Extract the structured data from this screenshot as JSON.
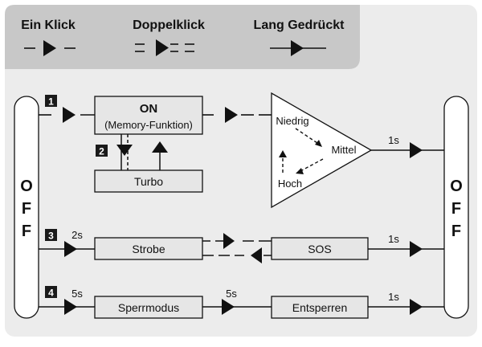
{
  "legend": {
    "single_click": "Ein Klick",
    "double_click": "Doppelklick",
    "long_press": "Lang Gedrückt"
  },
  "off_left": [
    "O",
    "F",
    "F"
  ],
  "off_right": [
    "O",
    "F",
    "F"
  ],
  "steps": {
    "s1": "1",
    "s2": "2",
    "s3": "3",
    "s4": "4"
  },
  "on_box": {
    "title": "ON",
    "subtitle": "(Memory-Funktion)"
  },
  "turbo_label": "Turbo",
  "levels": {
    "low": "Niedrig",
    "mid": "Mittel",
    "high": "Hoch"
  },
  "strobe_label": "Strobe",
  "sos_label": "SOS",
  "lock_label": "Sperrmodus",
  "unlock_label": "Entsperren",
  "durations": {
    "row1_exit": "1s",
    "row3_entry": "2s",
    "row3_exit": "1s",
    "row4_entry": "5s",
    "row4_middle": "5s",
    "row4_exit": "1s"
  },
  "colors": {
    "legend_bg": "#c8c8c8",
    "panel_bg": "#ececec",
    "box_fill": "#e6e6e6",
    "badge": "#1a1a1a",
    "line": "#111111"
  }
}
